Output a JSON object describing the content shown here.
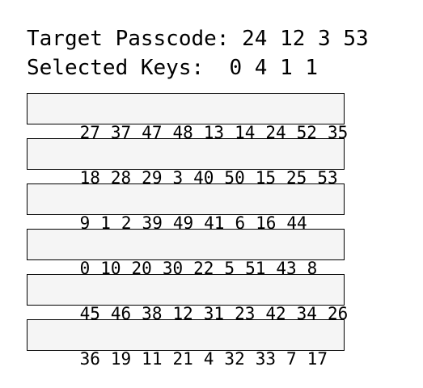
{
  "header": {
    "target_label": "Target Passcode:",
    "target_value": "24 12 3 53",
    "selected_label": "Selected Keys:",
    "selected_value": "0 4 1 1"
  },
  "rows": [
    [
      "27",
      "37",
      "47",
      "48",
      "13",
      "14",
      "24",
      "52",
      "35"
    ],
    [
      "18",
      "28",
      "29",
      "3",
      "40",
      "50",
      "15",
      "25",
      "53"
    ],
    [
      "9",
      "1",
      "2",
      "39",
      "49",
      "41",
      "6",
      "16",
      "44"
    ],
    [
      "0",
      "10",
      "20",
      "30",
      "22",
      "5",
      "51",
      "43",
      "8"
    ],
    [
      "45",
      "46",
      "38",
      "12",
      "31",
      "23",
      "42",
      "34",
      "26"
    ],
    [
      "36",
      "19",
      "11",
      "21",
      "4",
      "32",
      "33",
      "7",
      "17"
    ]
  ]
}
